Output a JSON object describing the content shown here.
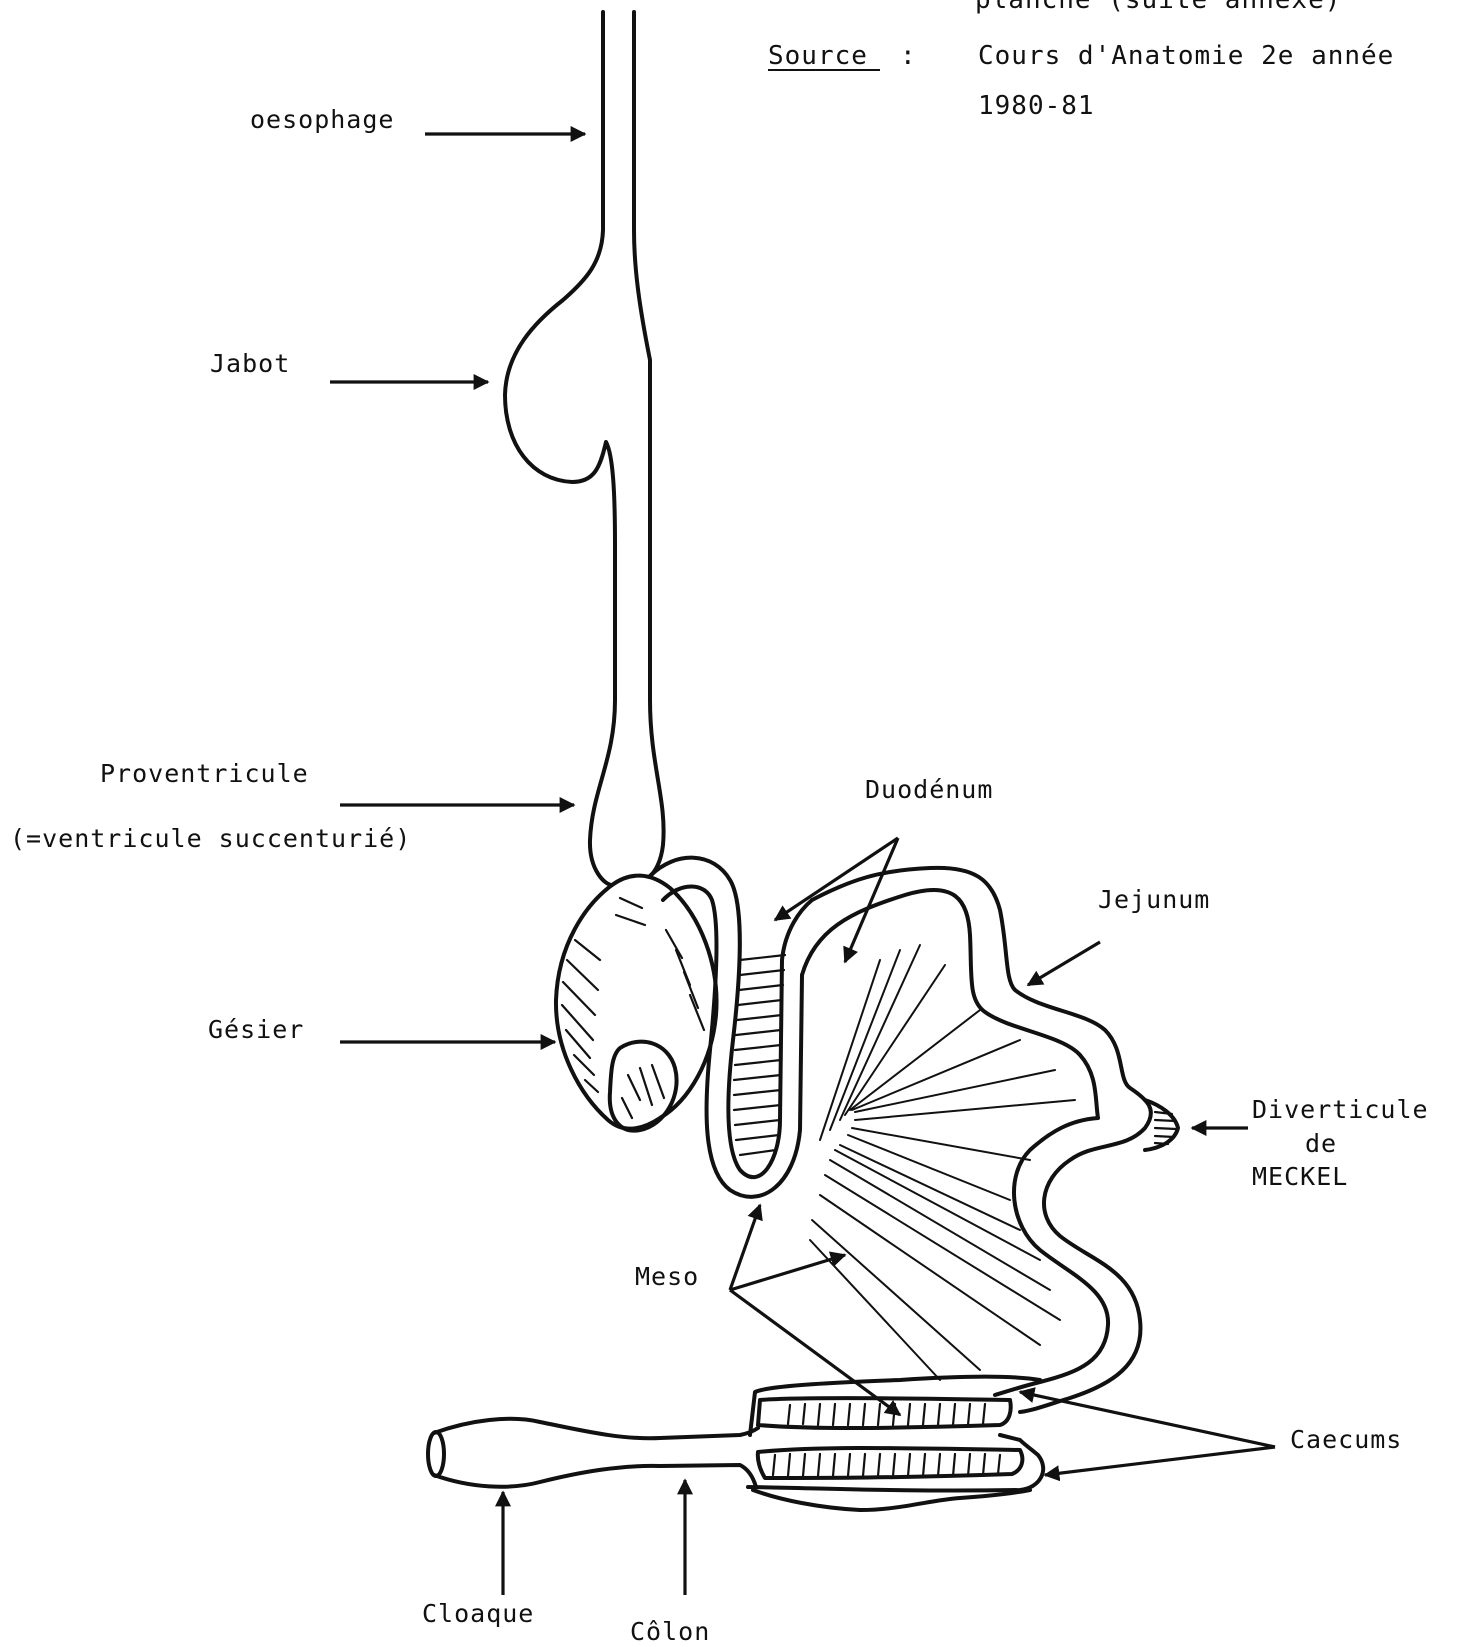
{
  "header": {
    "clipped_line": "planche (suite annexe)",
    "source_label": "Source",
    "source_colon": ":",
    "source_line1": "Cours d'Anatomie 2e année",
    "source_line2": "1980-81"
  },
  "labels": {
    "oesophage": "oesophage",
    "jabot": "Jabot",
    "proventricule": "Proventricule",
    "proventricule_note": "(=ventricule succenturié)",
    "gesier": "Gésier",
    "duodenum": "Duodénum",
    "jejunum": "Jejunum",
    "diverticule_1": "Diverticule",
    "diverticule_2": "de",
    "diverticule_3": "MECKEL",
    "meso": "Meso",
    "caecums": "Caecums",
    "cloaque": "Cloaque",
    "colon": "Côlon"
  }
}
